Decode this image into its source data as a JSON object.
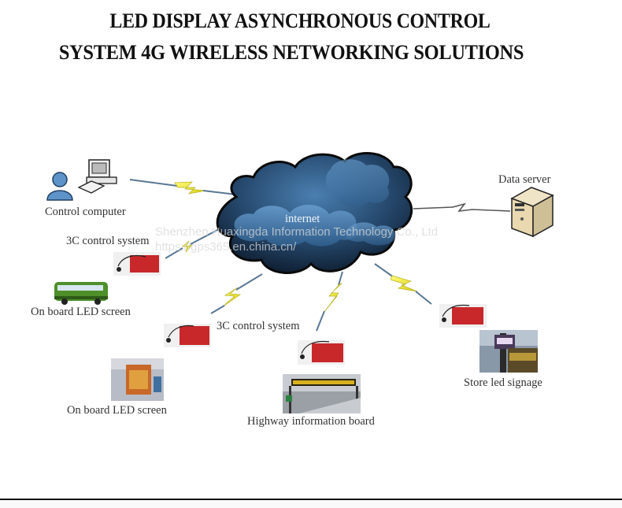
{
  "title": {
    "line1": "LED DISPLAY ASYNCHRONOUS CONTROL",
    "line2": "SYSTEM 4G WIRELESS NETWORKING SOLUTIONS"
  },
  "cloud": {
    "label": "internet",
    "color": "#2e5a86"
  },
  "nodes": {
    "control_computer": "Control computer",
    "data_server": "Data server",
    "control_system_left": "3C control system",
    "onboard_bus": "On board LED screen",
    "control_system_center": "3C control system",
    "onboard_screen": "On board LED screen",
    "highway": "Highway information board",
    "store": "Store led signage"
  },
  "watermark": {
    "company": "Shenzhen Huaxingda Information Technology Co., Ltd",
    "url": "https://gps365.en.china.cn/"
  },
  "colors": {
    "lightning": "#f2ec2a",
    "link": "#5a7895",
    "board": "#c8282a"
  }
}
